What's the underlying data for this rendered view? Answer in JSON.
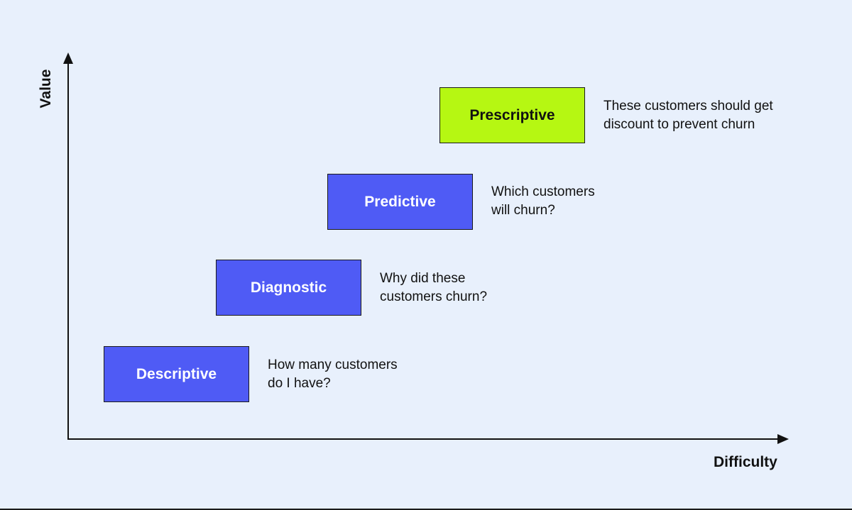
{
  "axes": {
    "y_label": "Value",
    "x_label": "Difficulty"
  },
  "steps": [
    {
      "label": "Descriptive",
      "desc_line1": "How many customers",
      "desc_line2": "do I have?",
      "color": "#4f5bf5"
    },
    {
      "label": "Diagnostic",
      "desc_line1": "Why did these",
      "desc_line2": "customers churn?",
      "color": "#4f5bf5"
    },
    {
      "label": "Predictive",
      "desc_line1": "Which customers",
      "desc_line2": "will churn?",
      "color": "#4f5bf5"
    },
    {
      "label": "Prescriptive",
      "desc_line1": "These customers should get",
      "desc_line2": "discount to prevent churn",
      "color": "#b6f712"
    }
  ]
}
